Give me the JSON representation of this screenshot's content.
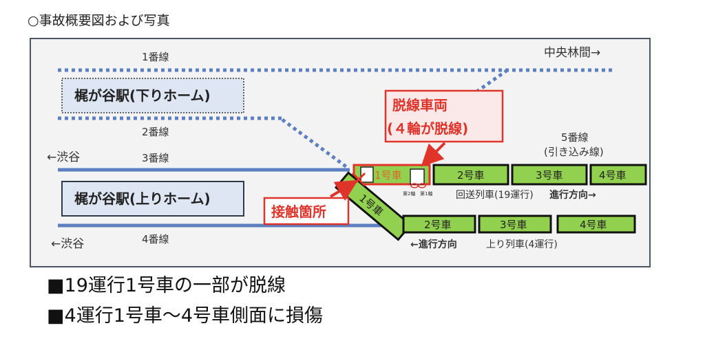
{
  "title": "○事故概要図および写真",
  "tracks": {
    "line1": "1番線",
    "line2": "2番線",
    "line3": "3番線",
    "line4": "4番線",
    "line5": "5番線",
    "line5_note": "(引き込み線)"
  },
  "directions": {
    "shibuya_upper": "←渋谷",
    "shibuya_lower": "←渋谷",
    "chuorinkan": "中央林間→"
  },
  "platforms": {
    "down": "梶が谷駅(下りホーム)",
    "up": "梶が谷駅(上りホーム)"
  },
  "trains": {
    "deadhead": {
      "cars": [
        "1号車",
        "2号車",
        "3号車",
        "4号車"
      ],
      "name": "回送列車(19運行)",
      "direction": "進行方向→",
      "axles": [
        "第2軸",
        "第1軸"
      ]
    },
    "up": {
      "cars": [
        "1号車",
        "2号車",
        "3号車",
        "4号車"
      ],
      "name": "上り列車(4運行)",
      "direction": "←進行方向"
    }
  },
  "callouts": {
    "derailed_line1": "脱線車両",
    "derailed_line2": "(４輪が脱線)",
    "contact": "接触箇所"
  },
  "bullets": [
    "■19運行1号車の一部が脱線",
    "■4運行1号車～4号車側面に損傷"
  ],
  "colors": {
    "track": "#5b7fc0",
    "car": "#92d050",
    "alert": "#e0342b",
    "platform": "#dde6f2"
  }
}
